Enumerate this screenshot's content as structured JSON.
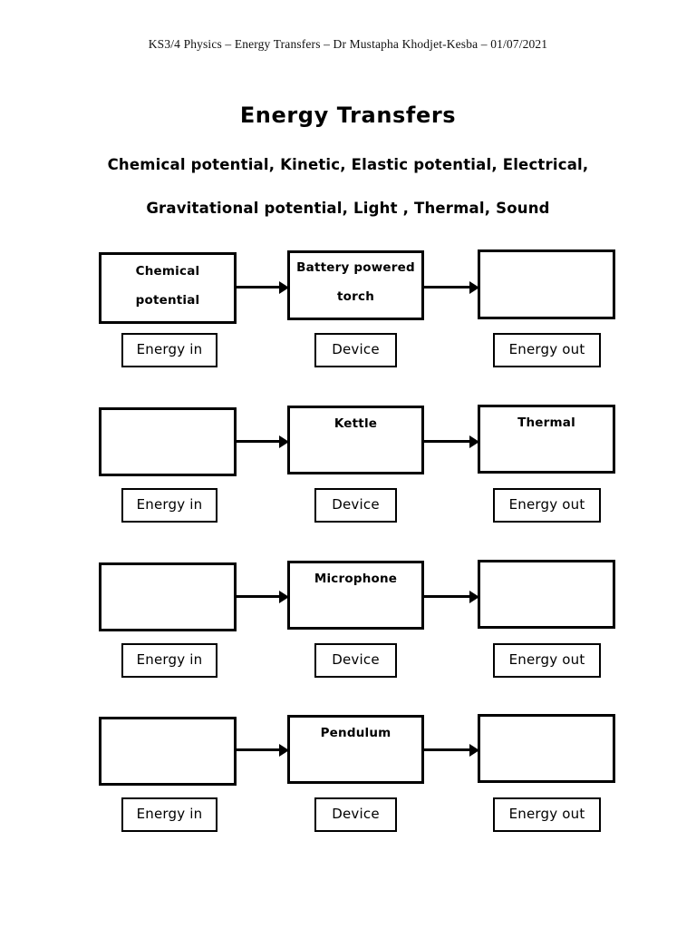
{
  "header": {
    "text": "KS3/4 Physics – Energy Transfers – Dr Mustapha Khodjet-Kesba – 01/07/2021"
  },
  "title": "Energy Transfers",
  "subtitle": {
    "line1": "Chemical potential,  Kinetic,  Elastic potential,  Electrical,",
    "line2": "Gravitational potential,  Light ,  Thermal,  Sound"
  },
  "captions": {
    "energy_in": "Energy in",
    "device": "Device",
    "energy_out": "Energy out"
  },
  "rows": [
    {
      "energy_in": [
        "Chemical",
        "potential"
      ],
      "device": [
        "Battery powered",
        "torch"
      ],
      "energy_out": []
    },
    {
      "energy_in": [],
      "device": [
        "Kettle"
      ],
      "energy_out": [
        "Thermal"
      ]
    },
    {
      "energy_in": [],
      "device": [
        "Microphone"
      ],
      "energy_out": []
    },
    {
      "energy_in": [],
      "device": [
        "Pendulum"
      ],
      "energy_out": []
    }
  ]
}
